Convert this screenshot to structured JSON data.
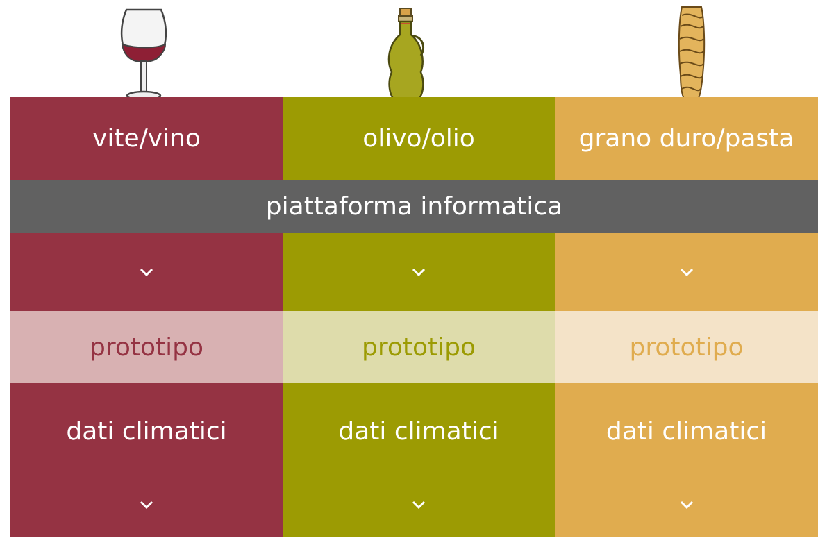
{
  "colors": {
    "vite": "#953343",
    "vite_light": "#d8b1b2",
    "olivo": "#9c9b03",
    "olivo_light": "#dedcab",
    "grano": "#e0ac4f",
    "grano_light": "#f4e3c8",
    "platform_bar": "#616161"
  },
  "columns": [
    {
      "icon": "wine-glass-icon",
      "title": "vite/vino",
      "prototype_label": "prototipo",
      "climate_label": "dati climatici"
    },
    {
      "icon": "olive-oil-bottle-icon",
      "title": "olivo/olio",
      "prototype_label": "prototipo",
      "climate_label": "dati climatici"
    },
    {
      "icon": "fusilli-pasta-icon",
      "title": "grano duro/pasta",
      "prototype_label": "prototipo",
      "climate_label": "dati climatici"
    }
  ],
  "platform": {
    "label": "piattaforma informatica"
  }
}
